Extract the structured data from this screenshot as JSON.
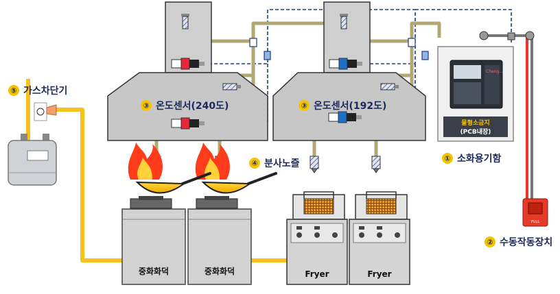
{
  "labels": {
    "gas_shutoff": "가스차단기",
    "temp_sensor_left": "온도센서(240도)",
    "temp_sensor_right": "온도센서(192도)",
    "nozzle": "분사노즐",
    "extinguisher_box": "소화용기함",
    "manual_device": "수동작동장치",
    "wok_stove_1": "중화화덕",
    "wok_stove_2": "중화화덕",
    "fryer_1": "Fryer",
    "fryer_2": "Fryer"
  },
  "numbers": {
    "n1": "①",
    "n2": "②",
    "n3a": "③",
    "n3b": "③",
    "n4": "④",
    "n5": "⑤"
  },
  "panel": {
    "brand": "Cheng...",
    "title": "물형소금지",
    "subtitle": "(PCB내장)"
  },
  "pull_label": "PULL",
  "colors": {
    "pipe": "#b1a874",
    "gas_line": "#f8c21c",
    "dashed_line": "#1f3b7a",
    "hood": "#c7c7c7",
    "number_circle": "#f5c400",
    "flame": "#ff3b1c",
    "manual_box": "#e83a28"
  }
}
